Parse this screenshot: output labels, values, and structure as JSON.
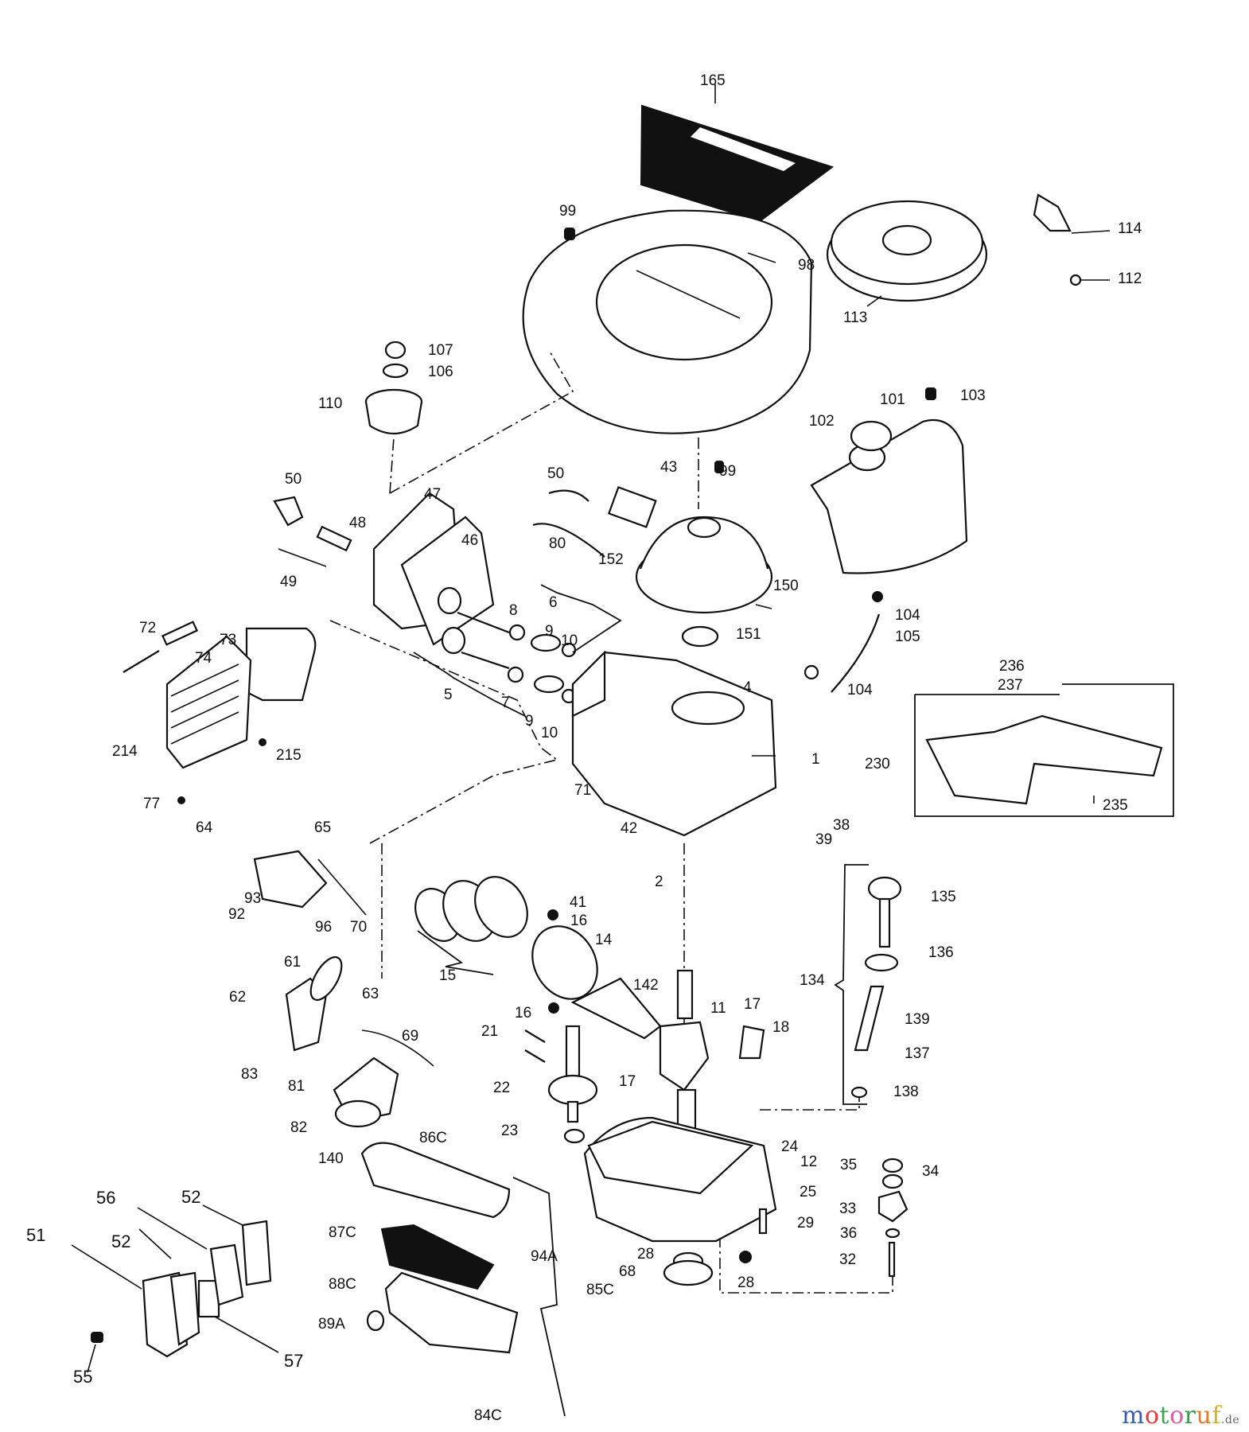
{
  "diagram": {
    "title": "Engine exploded parts diagram",
    "groups": {
      "blower_housing": {
        "labels": [
          "165",
          "99",
          "98",
          "99"
        ]
      },
      "recoil_starter": {
        "labels": [
          "114",
          "112",
          "113"
        ]
      },
      "fuel_tank": {
        "labels": [
          "101",
          "102",
          "103",
          "104",
          "105",
          "104"
        ]
      },
      "governor_bracket": {
        "labels": [
          "236",
          "237",
          "230",
          "235"
        ]
      },
      "cylinder_head": {
        "labels": [
          "107",
          "106",
          "110",
          "50",
          "47",
          "48",
          "46",
          "49"
        ]
      },
      "ignition": {
        "labels": [
          "43",
          "50",
          "80",
          "152",
          "150",
          "151",
          "4"
        ]
      },
      "valves": {
        "labels": [
          "6",
          "8",
          "9",
          "10",
          "5",
          "7",
          "9",
          "10"
        ]
      },
      "muffler": {
        "labels": [
          "72",
          "74",
          "73",
          "214",
          "215",
          "77"
        ]
      },
      "block": {
        "labels": [
          "1",
          "71",
          "42",
          "38",
          "39",
          "2",
          "41"
        ]
      },
      "carb_linkage": {
        "labels": [
          "64",
          "65",
          "93",
          "92",
          "96",
          "70",
          "61",
          "63",
          "62",
          "83",
          "69",
          "81",
          "82",
          "140"
        ]
      },
      "piston": {
        "labels": [
          "16",
          "14",
          "15",
          "16",
          "21",
          "22",
          "23"
        ]
      },
      "crankshaft": {
        "labels": [
          "142",
          "11",
          "17",
          "18",
          "17"
        ]
      },
      "dipstick": {
        "labels": [
          "135",
          "136",
          "134",
          "139",
          "137",
          "138"
        ]
      },
      "crankcase_cover": {
        "labels": [
          "24",
          "12",
          "25",
          "29",
          "28",
          "68",
          "28"
        ]
      },
      "governor": {
        "labels": [
          "35",
          "34",
          "33",
          "36",
          "32"
        ]
      },
      "air_filter": {
        "labels": [
          "86C",
          "87C",
          "94A",
          "88C",
          "89A",
          "85C",
          "84C"
        ]
      },
      "breather": {
        "labels": [
          "56",
          "52",
          "51",
          "52",
          "55",
          "57"
        ]
      }
    }
  },
  "watermark": {
    "brand": "motoruf",
    "tld": ".de",
    "colors": [
      "#3a5fb0",
      "#e23b3b",
      "#3aa84a",
      "#e05aa0",
      "#3a9a4a",
      "#e8782a",
      "#d8b020"
    ]
  }
}
